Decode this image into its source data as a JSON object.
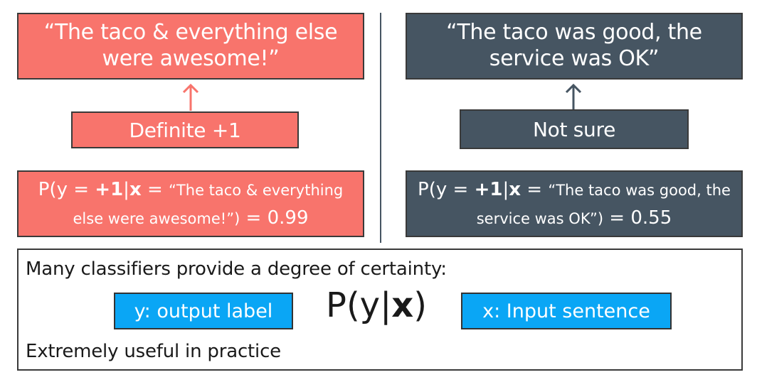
{
  "left": {
    "quote": "“The taco & everything else were awesome!”",
    "label": "Definite +1",
    "prob_prefix": "P(y = ",
    "prob_value_label": "+1",
    "prob_bar": "|",
    "prob_x": "x",
    "prob_eq": " = ",
    "prob_sentence": "“The taco & everything else were awesome!”)",
    "prob_result": " = 0.99"
  },
  "right": {
    "quote": "“The taco was good, the service was OK”",
    "label": "Not sure",
    "prob_prefix": "P(y = ",
    "prob_value_label": "+1",
    "prob_bar": "|",
    "prob_x": "x",
    "prob_eq": " = ",
    "prob_sentence": "“The taco was good, the service was OK”)",
    "prob_result": " = 0.55"
  },
  "bottom": {
    "summary": "Many classifiers provide a degree of certainty:",
    "y_tag": "y: output label",
    "formula_prefix": "P(y|",
    "formula_x": "x",
    "formula_suffix": ")",
    "x_tag": "x: Input sentence",
    "practice": "Extremely useful in practice"
  },
  "colors": {
    "positive": "#f8746c",
    "neutral": "#465562",
    "tag": "#0aa6f5"
  }
}
